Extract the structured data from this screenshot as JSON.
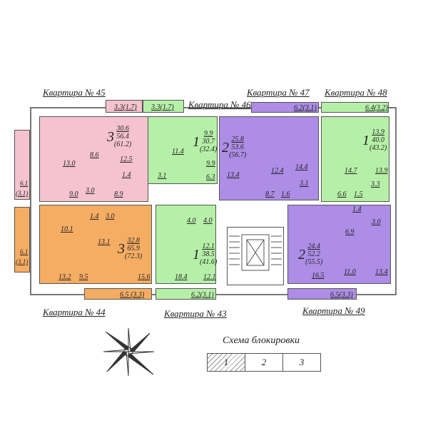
{
  "apartments": [
    {
      "label": "Квартира № 45",
      "rooms": "3",
      "living": "30.6",
      "total": "56.4",
      "with_balcony": "(61.2)",
      "color": "#f4c3cf",
      "areas": [
        "13.0",
        "8.6",
        "12.5",
        "1.4",
        "9.0",
        "3.0",
        "8.9",
        "3.3(1.7)",
        "6.1",
        "(3.1)"
      ]
    },
    {
      "label": "Квартира № 46",
      "rooms": "1",
      "living": "9.9",
      "total": "30.7",
      "with_balcony": "(32.4)",
      "color": "#b6f0a8",
      "areas": [
        "11.4",
        "9.9",
        "3.1",
        "6.3",
        "3.3(1.7)"
      ]
    },
    {
      "label": "Квартира № 47",
      "rooms": "2",
      "living": "25.8",
      "total": "53.6",
      "with_balcony": "(56.7)",
      "color": "#ad8de6",
      "areas": [
        "13.4",
        "12.4",
        "14.4",
        "3.1",
        "8.7",
        "1.6",
        "6.2(3.1)"
      ]
    },
    {
      "label": "Квартира № 48",
      "rooms": "1",
      "living": "13.9",
      "total": "40.0",
      "with_balcony": "(43.2)",
      "color": "#b6f0a8",
      "areas": [
        "14.7",
        "13.9",
        "3.3",
        "6.6",
        "1.5",
        "6.4(3.2)"
      ]
    },
    {
      "label": "Квартира № 44",
      "rooms": "3",
      "living": "32.8",
      "total": "65.9",
      "with_balcony": "(72.3)",
      "color": "#f5ad63",
      "areas": [
        "10.1",
        "1.4",
        "3.0",
        "13.1",
        "13.2",
        "9.5",
        "15.6",
        "6.5 (3.3)",
        "6.1",
        "(3.1)"
      ]
    },
    {
      "label": "Квартира № 43",
      "rooms": "1",
      "living": "12.1",
      "total": "38.5",
      "with_balcony": "(41.6)",
      "color": "#b6f0a8",
      "areas": [
        "4.0",
        "4.0",
        "18.4",
        "12.1",
        "6.2(3.1)"
      ]
    },
    {
      "label": "Квартира № 49",
      "rooms": "2",
      "living": "24.4",
      "total": "52.2",
      "with_balcony": "(55.5)",
      "color": "#ad8de6",
      "areas": [
        "1.4",
        "3.0",
        "6.9",
        "16.5",
        "11.0",
        "13.4",
        "6.5(3.3)"
      ]
    }
  ],
  "legend": {
    "title": "Схема блокировки",
    "sections": [
      "1",
      "2",
      "3"
    ]
  }
}
